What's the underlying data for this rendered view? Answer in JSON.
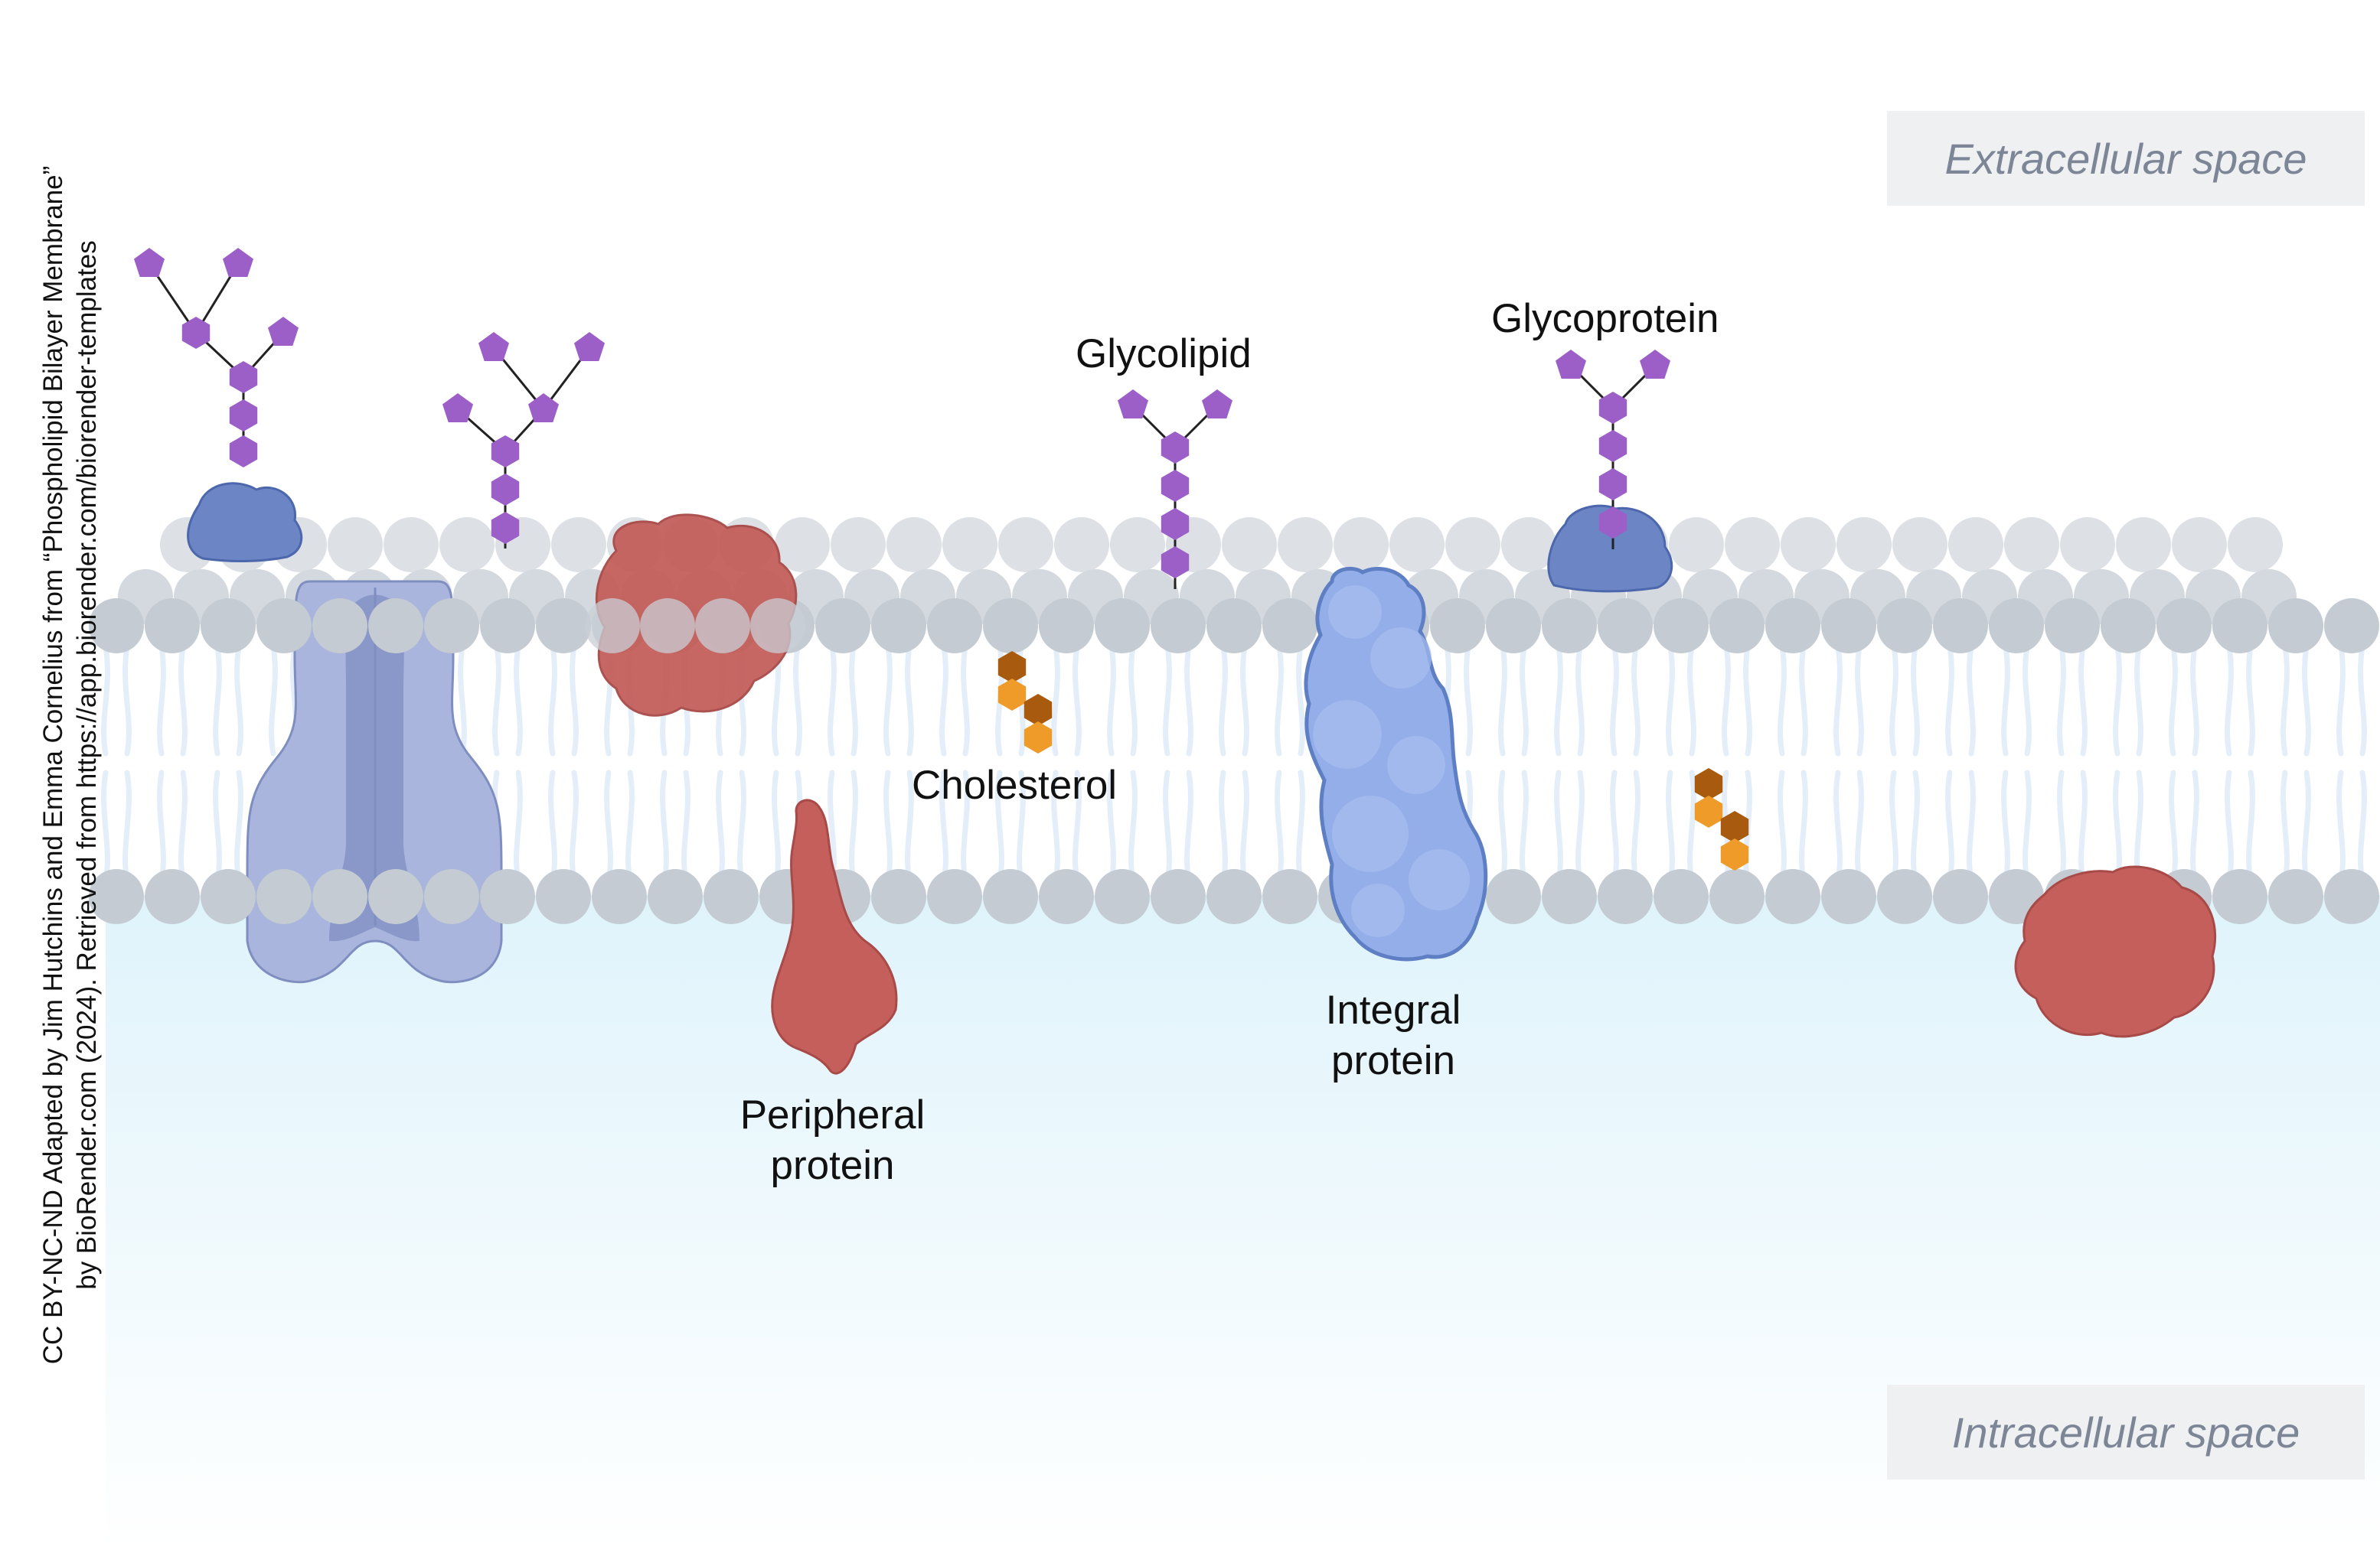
{
  "regions": {
    "extracellular": "Extracellular space",
    "intracellular": "Intracellular space"
  },
  "labels": {
    "glycolipid": "Glycolipid",
    "glycoprotein": "Glycoprotein",
    "cholesterol": "Cholesterol",
    "integral": [
      "Integral",
      "protein"
    ],
    "peripheral": [
      "Peripheral",
      "protein"
    ]
  },
  "credit": {
    "line1": "CC BY-NC-ND Adapted by Jim Hutchins and Emma Cornelius  from “Phospholipid Bilayer Membrane”",
    "line2": "by BioRender.com (2024). Retrieved from https://app.biorender.com/biorender-templates"
  },
  "colors": {
    "head": "#c4cbd2",
    "head_back": "#dde1e5",
    "tail": "#e3eef9",
    "intracellular_top": "#dff3fb",
    "sugar": "#9b5fc7",
    "cholesterol_dark": "#a85b0e",
    "cholesterol_light": "#ef9b2a",
    "red_protein": "#c45f5c",
    "channel": "#a9b5dc",
    "integral_blue": "#93aee8",
    "glyco_blue": "#6b85c5"
  }
}
